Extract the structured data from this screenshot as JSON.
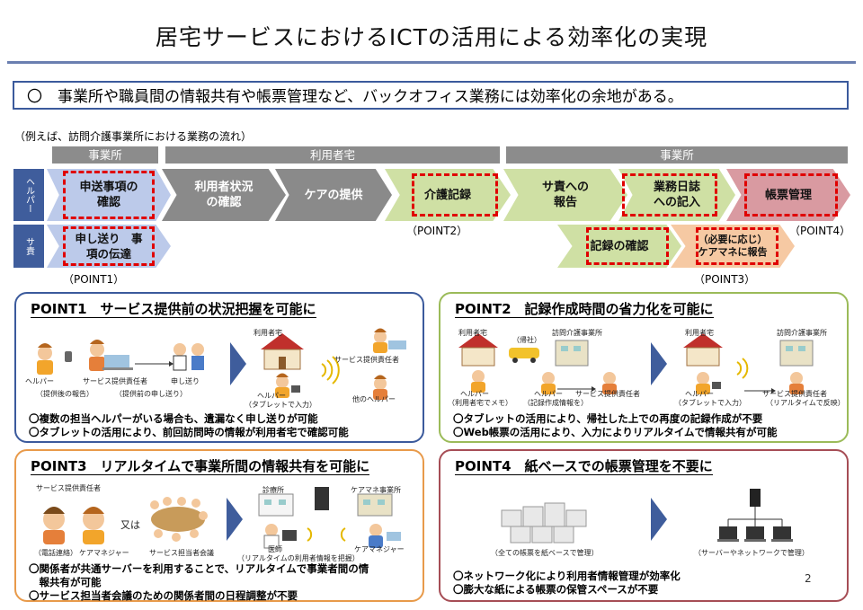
{
  "title": "居宅サービスにおけるICTの活用による効率化の実現",
  "banner": "〇　事業所や職員間の情報共有や帳票管理など、バックオフィス業務には効率化の余地がある。",
  "example": "（例えば、訪問介護事業所における業務の流れ）",
  "headers": {
    "office_left": "事業所",
    "user_home": "利用者宅",
    "office_right": "事業所"
  },
  "rows": {
    "helper": "ヘルパー",
    "sa": "サ責"
  },
  "flow": {
    "f1": "申送事項の\n確認",
    "f2": "利用者状況\nの確認",
    "f3": "ケアの提供",
    "f4": "介護記録",
    "f5": "サ責への\n報告",
    "f6": "業務日誌\nへの記入",
    "f7": "帳票管理",
    "s1": "申し送り　事\n項の伝達",
    "s2": "記録の確認",
    "s3a": "（必要に応じ）",
    "s3b": "ケアマネに報告"
  },
  "point_labels": {
    "p1": "（POINT1）",
    "p2": "（POINT2）",
    "p3": "（POINT3）",
    "p4": "（POINT4）"
  },
  "panels": {
    "p1": {
      "title": "POINT1　サービス提供前の状況把握を可能に",
      "captions": {
        "helper": "ヘルパー",
        "sa": "サービス提供責任者",
        "handover": "申し送り",
        "report_before": "（提供後の報告）",
        "handover_before": "（提供前の申し送り）",
        "user_home": "利用者宅",
        "helper_tablet": "ヘルパー",
        "tablet_input": "（タブレットで入力）",
        "sa_right": "サービス提供責任者",
        "other_helper": "他のヘルパー"
      },
      "notes": [
        "〇複数の担当ヘルパーがいる場合も、遺漏なく申し送りが可能",
        "〇タブレットの活用により、前回訪問時の情報が利用者宅で確認可能"
      ]
    },
    "p2": {
      "title": "POINT2　記録作成時間の省力化を可能に",
      "captions": {
        "user_home": "利用者宅",
        "return": "（帰社）",
        "office": "訪問介護事業所",
        "helper_memo": "ヘルパー",
        "memo_note": "（利用者宅でメモ）",
        "helper_doc": "ヘルパー",
        "doc_note": "（記録作成情報を）",
        "sa": "サービス提供責任者",
        "user_home2": "利用者宅",
        "office2": "訪問介護事業所",
        "helper_tab": "ヘルパー",
        "tab_note": "（タブレットで入力）",
        "sa2": "サービス提供責任者",
        "realtime": "（リアルタイムで反映）"
      },
      "notes": [
        "〇タブレットの活用により、帰社した上での再度の記録作成が不要",
        "〇Web帳票の活用により、入力によりリアルタイムで情報共有が可能"
      ]
    },
    "p3": {
      "title": "POINT3　リアルタイムで事業所間の情報共有を可能に",
      "captions": {
        "sa": "サービス提供責任者",
        "or": "又は",
        "phone": "（電話連絡）",
        "cm": "ケアマネジャー",
        "meeting": "サービス担当者会議",
        "clinic": "診療所",
        "cm_office": "ケアマネ事業所",
        "doctor": "医師",
        "doctor_note": "（リアルタイムの利用者情報を把握）",
        "cm2": "ケアマネジャー"
      },
      "notes": [
        "〇関係者が共通サーバーを利用することで、リアルタイムで事業者間の情",
        "　報共有が可能",
        "〇サービス担当者会議のための関係者間の日程調整が不要"
      ]
    },
    "p4": {
      "title": "POINT4　紙ベースでの帳票管理を不要に",
      "captions": {
        "paper": "（全ての帳票を紙ベースで管理）",
        "server": "（サーバーやネットワークで管理）"
      },
      "notes": [
        "〇ネットワーク化により利用者情報管理が効率化",
        "〇膨大な紙による帳票の保管スペースが不要"
      ]
    }
  },
  "page_number": "2",
  "colors": {
    "accent_blue": "#3f5d9c",
    "panel1": "#3b5a9c",
    "panel2": "#9bbb59",
    "panel3": "#e89a4a",
    "panel4": "#a64d55",
    "dash": "#e00000"
  }
}
